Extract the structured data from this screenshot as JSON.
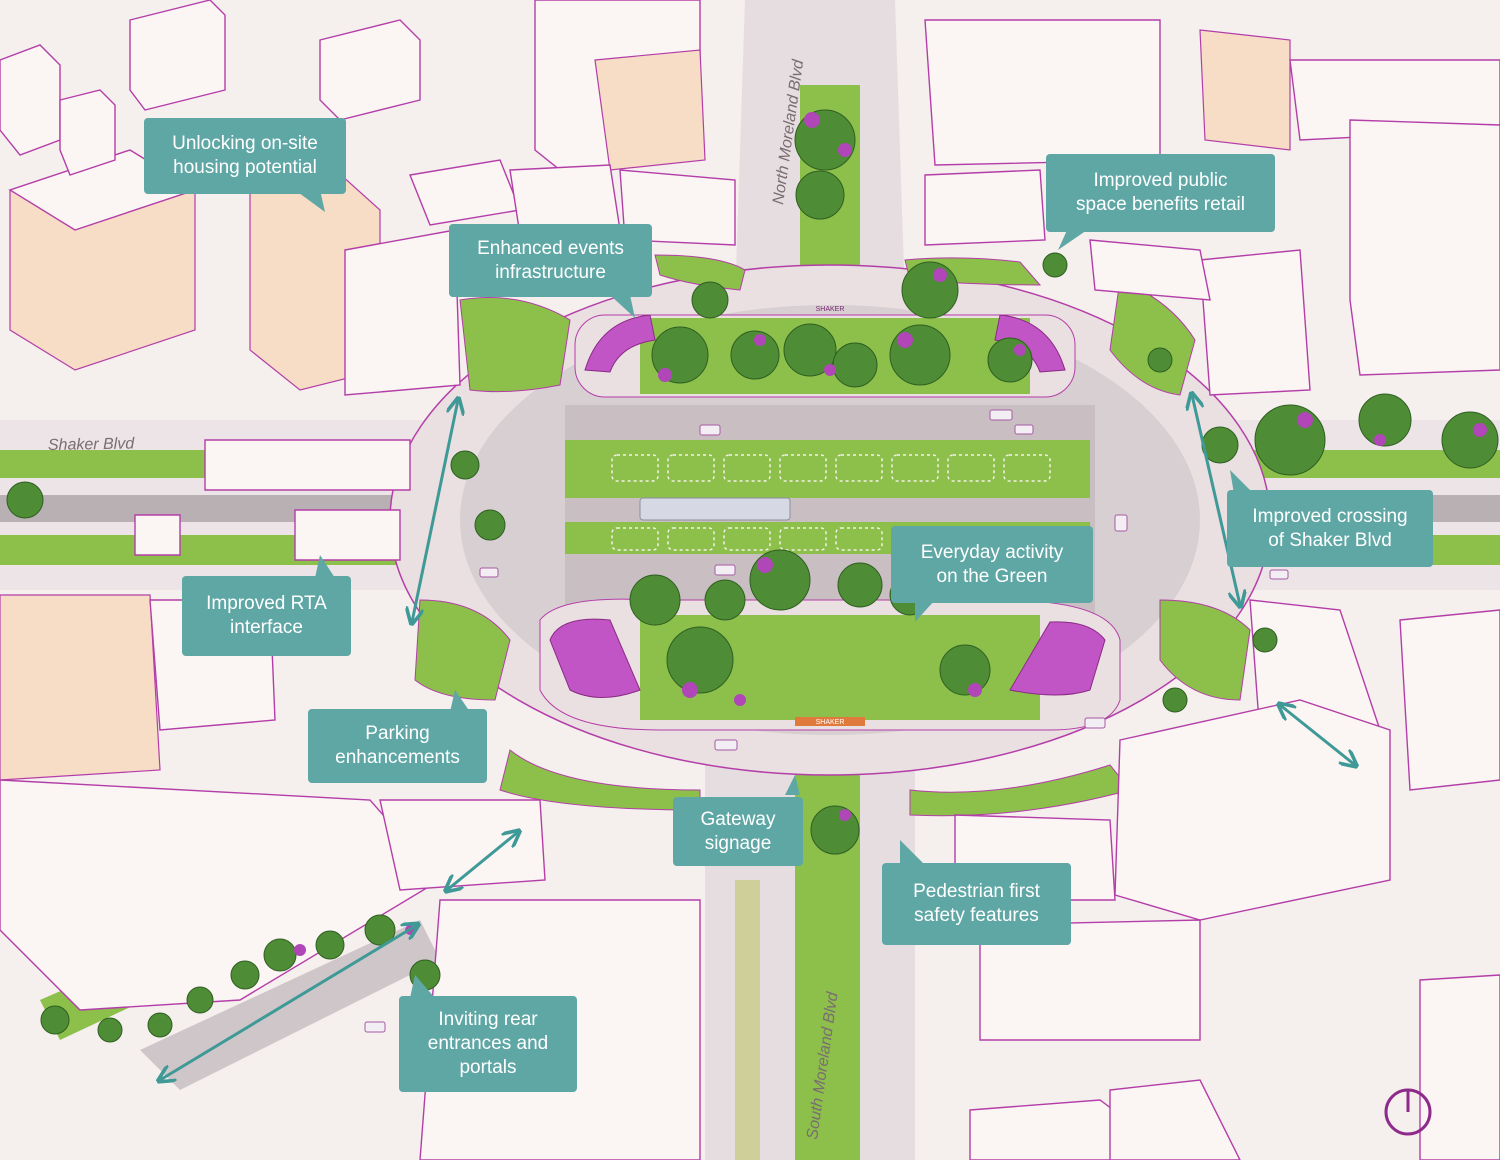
{
  "streets": {
    "north_moreland": "North Moreland Blvd",
    "shaker": "Shaker Blvd",
    "south_moreland": "South Moreland Blvd"
  },
  "callouts": {
    "housing": "Unlocking  on-site\nhousing potential",
    "events": "Enhanced events\ninfrastructure",
    "retail": "Improved public\nspace benefits retail",
    "crossing": "Improved crossing\nof Shaker Blvd",
    "everyday": "Everyday activity\non the Green",
    "rta": "Improved RTA\ninterface",
    "parking": "Parking\nenhancements",
    "gateway": "Gateway\nsignage",
    "pedestrian": "Pedestrian first\nsafety features",
    "rear": "Inviting rear\nentrances and\nportals"
  },
  "signage": {
    "north": "SHAKER",
    "south": "SHAKER"
  },
  "colors": {
    "callout": "#5fa7a5",
    "arrow": "#3f9a97",
    "grass": "#8cc04a",
    "plaza": "#eadfe1",
    "road": "#c9bfc3",
    "accent": "#b43ea8",
    "canopy_bloom": "#b046b8"
  },
  "icons": {
    "compass": "north-arrow-icon"
  }
}
